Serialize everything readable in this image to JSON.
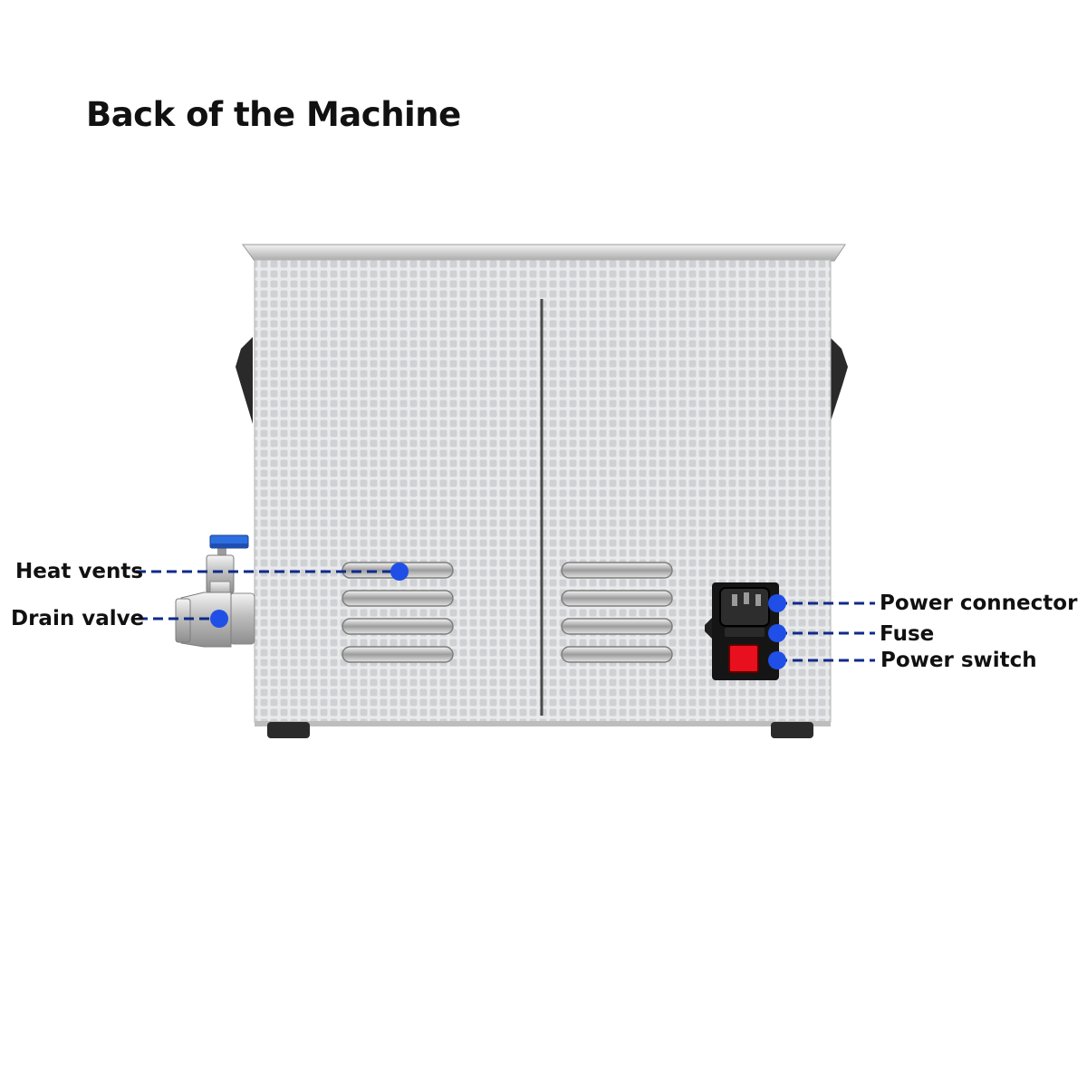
{
  "title": "Back of the Machine",
  "callouts": {
    "heat_vents": "Heat vents",
    "drain_valve": "Drain valve",
    "power_connector": "Power connector",
    "fuse": "Fuse",
    "power_switch": "Power switch"
  },
  "colors": {
    "callout_line": "#0f2a8a",
    "callout_dot": "#1f4fe6",
    "panel_metal": "#cfd1d4",
    "switch_red": "#e8101e",
    "valve_handle": "#2d6ee0"
  }
}
